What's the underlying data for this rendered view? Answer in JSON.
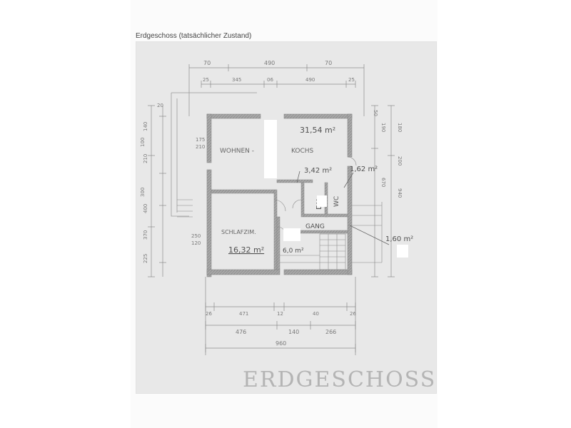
{
  "caption": "Erdgeschoss (tatsächlicher Zustand)",
  "colors": {
    "paper": "#e8e8e8",
    "wall": "#8a8a8a",
    "pencil": "#777777",
    "text_dark": "#555555",
    "redaction": "#ffffff"
  },
  "plan": {
    "title": "ERDGESCHOSS",
    "rooms": {
      "living_label_a": "WOHNEN -",
      "living_label_b": "KOCHS",
      "living_area": "31,54 m²",
      "shower_label": "DU",
      "shower_area": "3,42 m²",
      "wc_label": "WC",
      "wc_area": "1,62 m²",
      "bedroom_label": "SCHLAFZIM.",
      "bedroom_area": "16,32 m²",
      "hall_label": "GANG",
      "hall_area": "6,0 m²",
      "ext_area": "1,60 m²"
    },
    "dims": {
      "top_row1": [
        "70",
        "490",
        "70"
      ],
      "top_row2": [
        "25",
        "345",
        "06",
        "490",
        "25"
      ],
      "bottom_row1": [
        "26",
        "471",
        "12",
        "40",
        "26"
      ],
      "bottom_row2": [
        "476",
        "140",
        "266"
      ],
      "bottom_total": "960",
      "left_col1": [
        "20",
        "100",
        "300"
      ],
      "left_col2": [
        "140",
        "210",
        "400",
        "370",
        "225"
      ],
      "left_room": [
        "175",
        "210",
        "250",
        "120"
      ],
      "right_col1": [
        "50",
        "190",
        "670"
      ],
      "right_col2": [
        "180",
        "200",
        "940"
      ]
    }
  }
}
